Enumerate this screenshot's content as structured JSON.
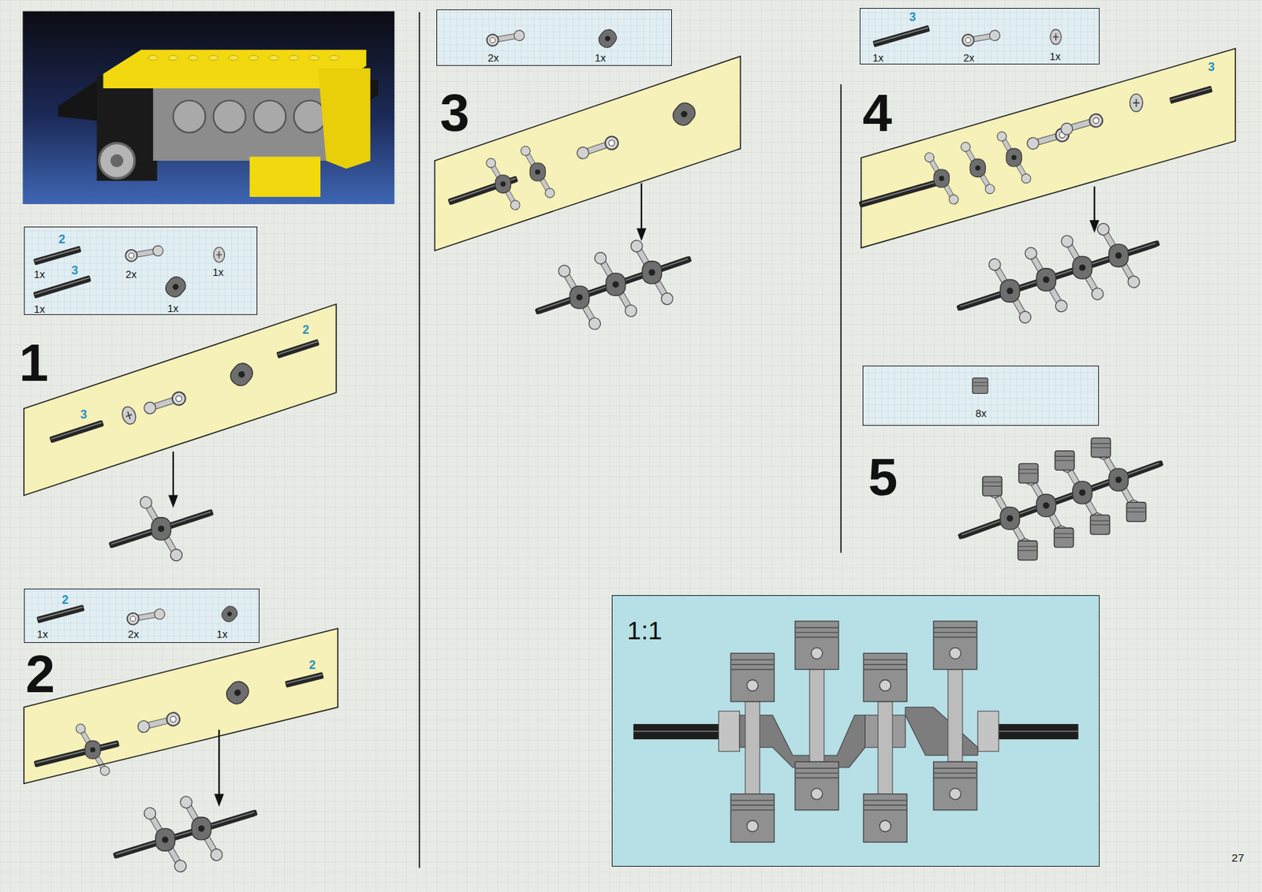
{
  "diagram": {
    "nodes": [
      {
        "text": [
          "2",
          "1x",
          "3",
          "1x",
          "2x",
          "1x",
          "1x"
        ]
      },
      {
        "text": [
          "2",
          "3"
        ]
      },
      {
        "text": [
          "2",
          "1x",
          "2x",
          "1x"
        ]
      },
      {
        "text": [
          "2"
        ]
      },
      {
        "text": [
          "2x",
          "1x"
        ]
      },
      {
        "text": [
          "3",
          "1x",
          "2x",
          "1x"
        ]
      },
      {
        "text": [
          "3"
        ]
      },
      {
        "text": [
          "8x"
        ]
      },
      {
        "text": [
          "1:1"
        ]
      }
    ],
    "labels": [
      "1",
      "2",
      "3",
      "4",
      "5",
      "27"
    ]
  }
}
